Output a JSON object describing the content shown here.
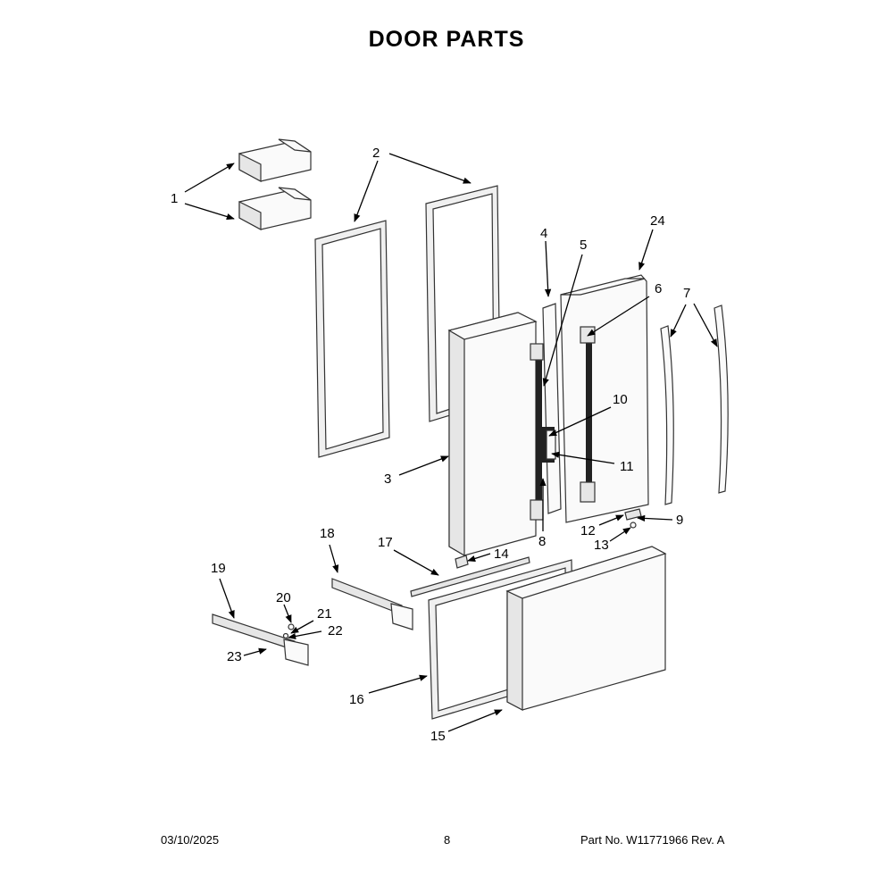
{
  "title": "DOOR PARTS",
  "footer": {
    "date": "03/10/2025",
    "page": "8",
    "part_no": "Part No.  W11771966  Rev.  A"
  },
  "callouts": {
    "c1": "1",
    "c2": "2",
    "c3": "3",
    "c4": "4",
    "c5": "5",
    "c6": "6",
    "c7": "7",
    "c8": "8",
    "c9": "9",
    "c10": "10",
    "c11": "11",
    "c12": "12",
    "c13": "13",
    "c14": "14",
    "c15": "15",
    "c16": "16",
    "c17": "17",
    "c18": "18",
    "c19": "19",
    "c20": "20",
    "c21": "21",
    "c22": "22",
    "c23": "23",
    "c24": "24"
  }
}
